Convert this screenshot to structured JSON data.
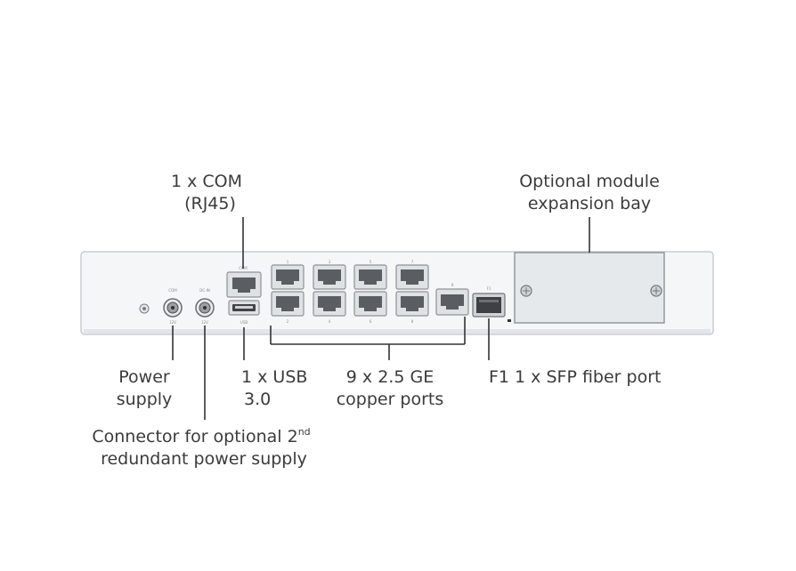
{
  "labels": {
    "com_line1": "1 x COM",
    "com_line2": "(RJ45)",
    "module_line1": "Optional module",
    "module_line2": "expansion bay",
    "power_line1": "Power",
    "power_line2": "supply",
    "usb_line1": "1 x USB",
    "usb_line2": "3.0",
    "copper_line1": "9 x  2.5 GE",
    "copper_line2": "copper ports",
    "sfp": "F1 1 x SFP fiber port",
    "redundant_line1_main": "Connector for optional 2",
    "redundant_line1_sup": "nd",
    "redundant_line2": "redundant power supply"
  },
  "device": {
    "com_port_label": "COM",
    "usb_port_label": "USB",
    "power_label_1": "COM",
    "power_label_2": "DC-IN",
    "power_sub_1": "12V",
    "power_sub_2": "12V",
    "port_numbers_top": [
      "1",
      "3",
      "5",
      "7"
    ],
    "port_numbers_bottom": [
      "2",
      "4",
      "6",
      "8"
    ],
    "port_number_single": "9",
    "sfp_number": "F1"
  },
  "colors": {
    "chassis": "#f4f6f8",
    "chassis_edge": "#c9cdd2",
    "port_body": "#dfe2e5",
    "port_socket": "#5a5e63",
    "leader": "#333333"
  }
}
